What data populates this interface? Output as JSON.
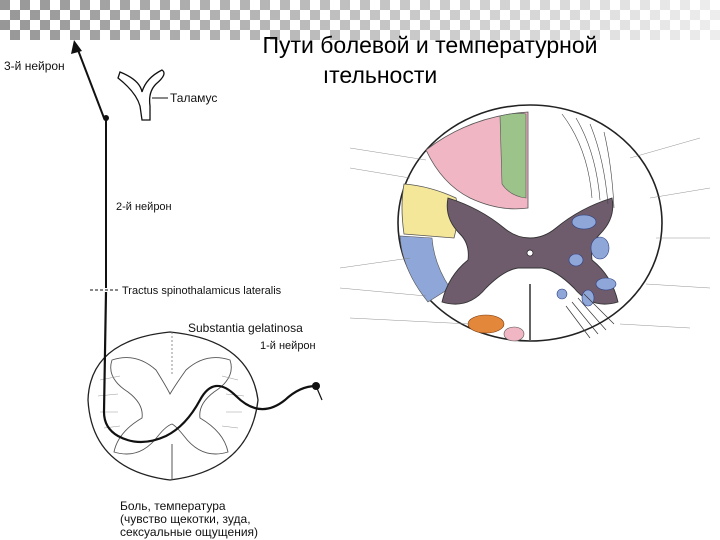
{
  "slide": {
    "title_line1": "Пути болевой и температурной",
    "title_line2": "ıтельности"
  },
  "left_diagram": {
    "neuron3_label": "3-й нейрон",
    "thalamus_label": "Таламус",
    "neuron2_label": "2-й нейрон",
    "tract_label": "Tractus spinothalamicus lateralis",
    "substantia_label": "Substantia gelatinosa",
    "neuron1_label": "1-й нейрон",
    "caption_line1": "Боль, температура",
    "caption_line2": "(чувство щекотки, зуда,",
    "caption_line3": "сексуальные ощущения)"
  },
  "colors": {
    "check_gray": "#8c8c8c",
    "tract_pink": "#f0b6c4",
    "tract_yellow": "#f4e79a",
    "tract_blue": "#8fa6d8",
    "gray_matter": "#6e5c6c",
    "tract_orange": "#e3873a",
    "tract_green": "#9cc38a"
  }
}
